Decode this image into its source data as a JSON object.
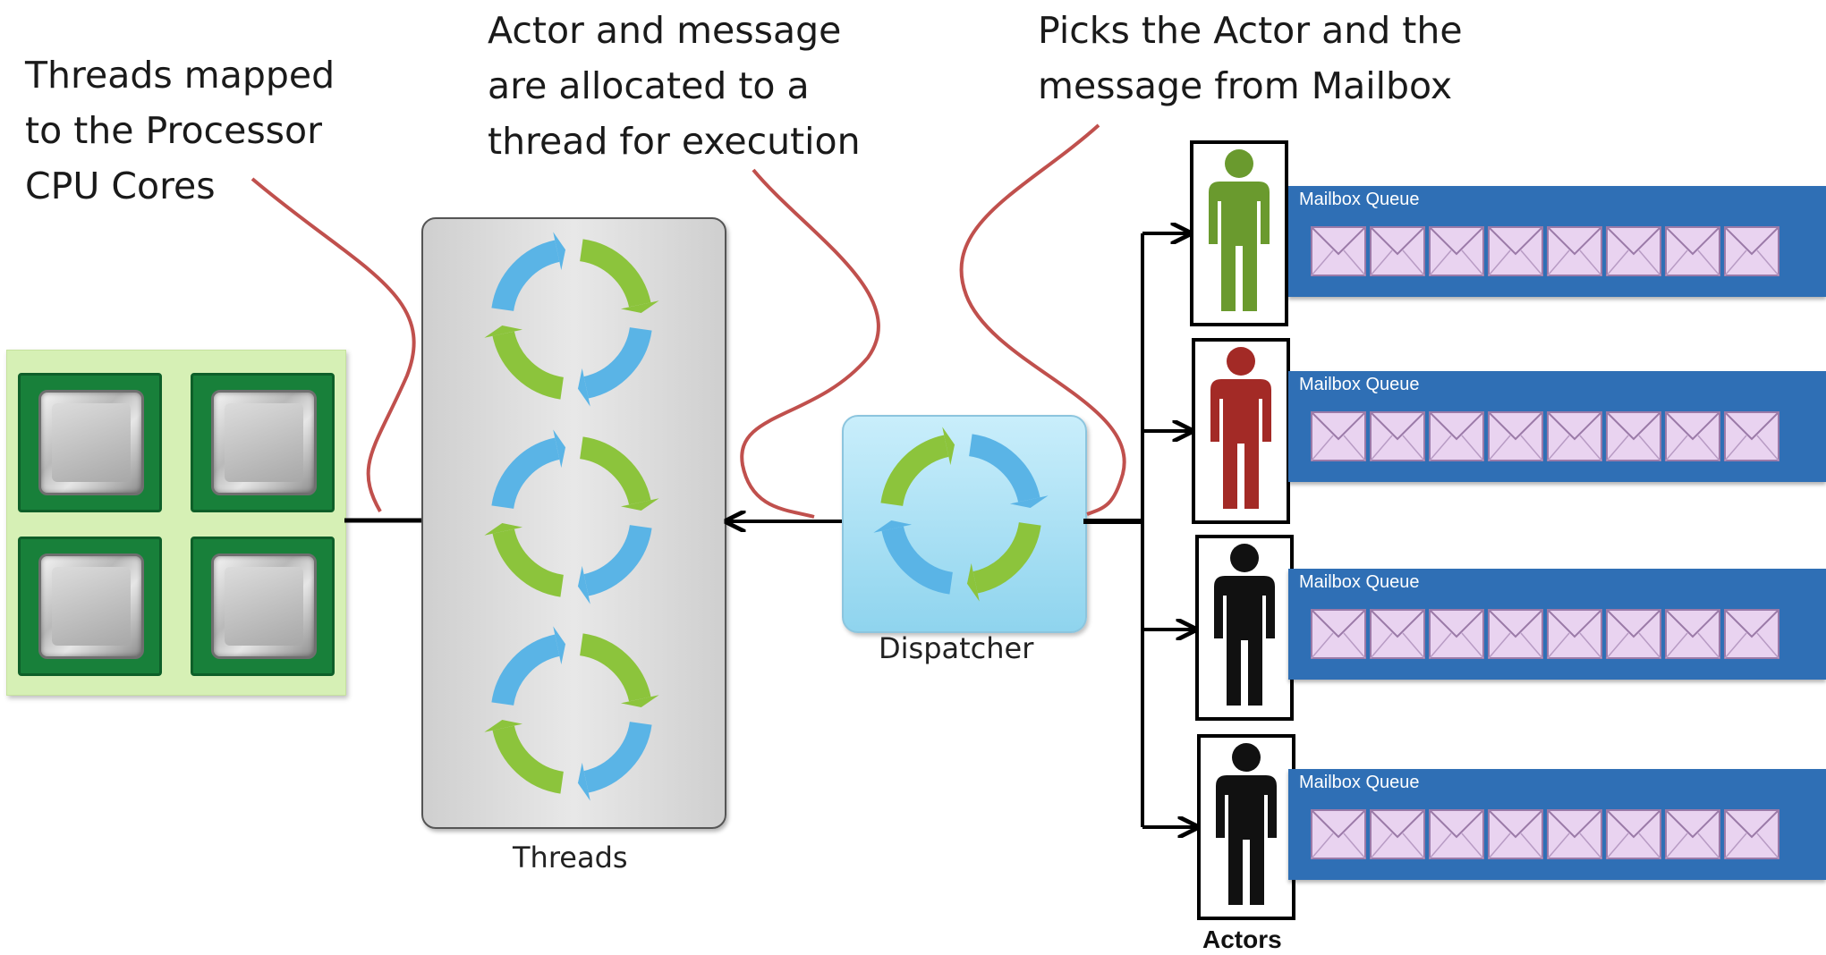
{
  "callouts": {
    "threads_mapped": "Threads mapped\nto the Processor\nCPU Cores",
    "actor_message": "Actor and message\nare allocated to a\nthread for execution",
    "picks_actor": "Picks the Actor and the\nmessage from Mailbox"
  },
  "labels": {
    "threads": "Threads",
    "dispatcher": "Dispatcher",
    "actors": "Actors"
  },
  "mailboxes": [
    {
      "label": "Mailbox Queue",
      "actor_color": "#6a9a2e"
    },
    {
      "label": "Mailbox Queue",
      "actor_color": "#a32a26"
    },
    {
      "label": "Mailbox Queue",
      "actor_color": "#111111"
    },
    {
      "label": "Mailbox Queue",
      "actor_color": "#111111"
    }
  ],
  "colors": {
    "cycle_blue": "#5ab4e6",
    "cycle_green": "#8cc43c",
    "callout_line": "#c0504d",
    "mailbox_bg": "#2f6fb5",
    "envelope": "#e9d3f0"
  },
  "icons": {
    "cpu": "cpu-chip-icon",
    "cycle": "cycle-arrows-icon",
    "actor": "person-icon",
    "message": "envelope-icon"
  }
}
